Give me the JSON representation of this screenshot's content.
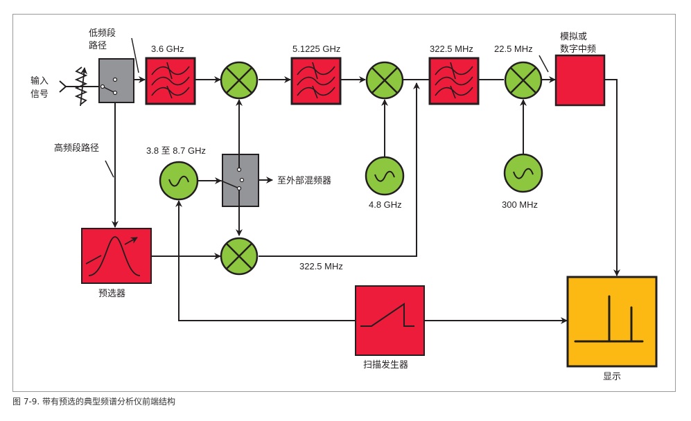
{
  "figure": {
    "caption": "图 7-9. 带有预选的典型频谱分析仪前端结构"
  },
  "colors": {
    "filter_red": "#ed1c3a",
    "mixer_green": "#8dc63f",
    "switch_gray": "#939598",
    "display_yellow": "#fdb913",
    "line": "#231f20",
    "frame": "#999999"
  },
  "labels": {
    "input_signal_line1": "输入",
    "input_signal_line2": "信号",
    "low_band_path_line1": "低频段",
    "low_band_path_line2": "路径",
    "high_band_path": "高频段路径",
    "filter1_freq": "3.6 GHz",
    "filter2_freq": "5.1225 GHz",
    "filter3_freq": "322.5 MHz",
    "mixer3_out_freq": "22.5 MHz",
    "if_out_line1": "模拟或",
    "if_out_line2": "数字中频",
    "lo1_range": "3.8 至 8.7 GHz",
    "to_external_mixer": "至外部混频器",
    "lo2_freq": "4.8 GHz",
    "lo3_freq": "300 MHz",
    "preselector": "预选器",
    "preselector_path_freq": "322.5 MHz",
    "sweep_generator": "扫描发生器",
    "display": "显示"
  }
}
